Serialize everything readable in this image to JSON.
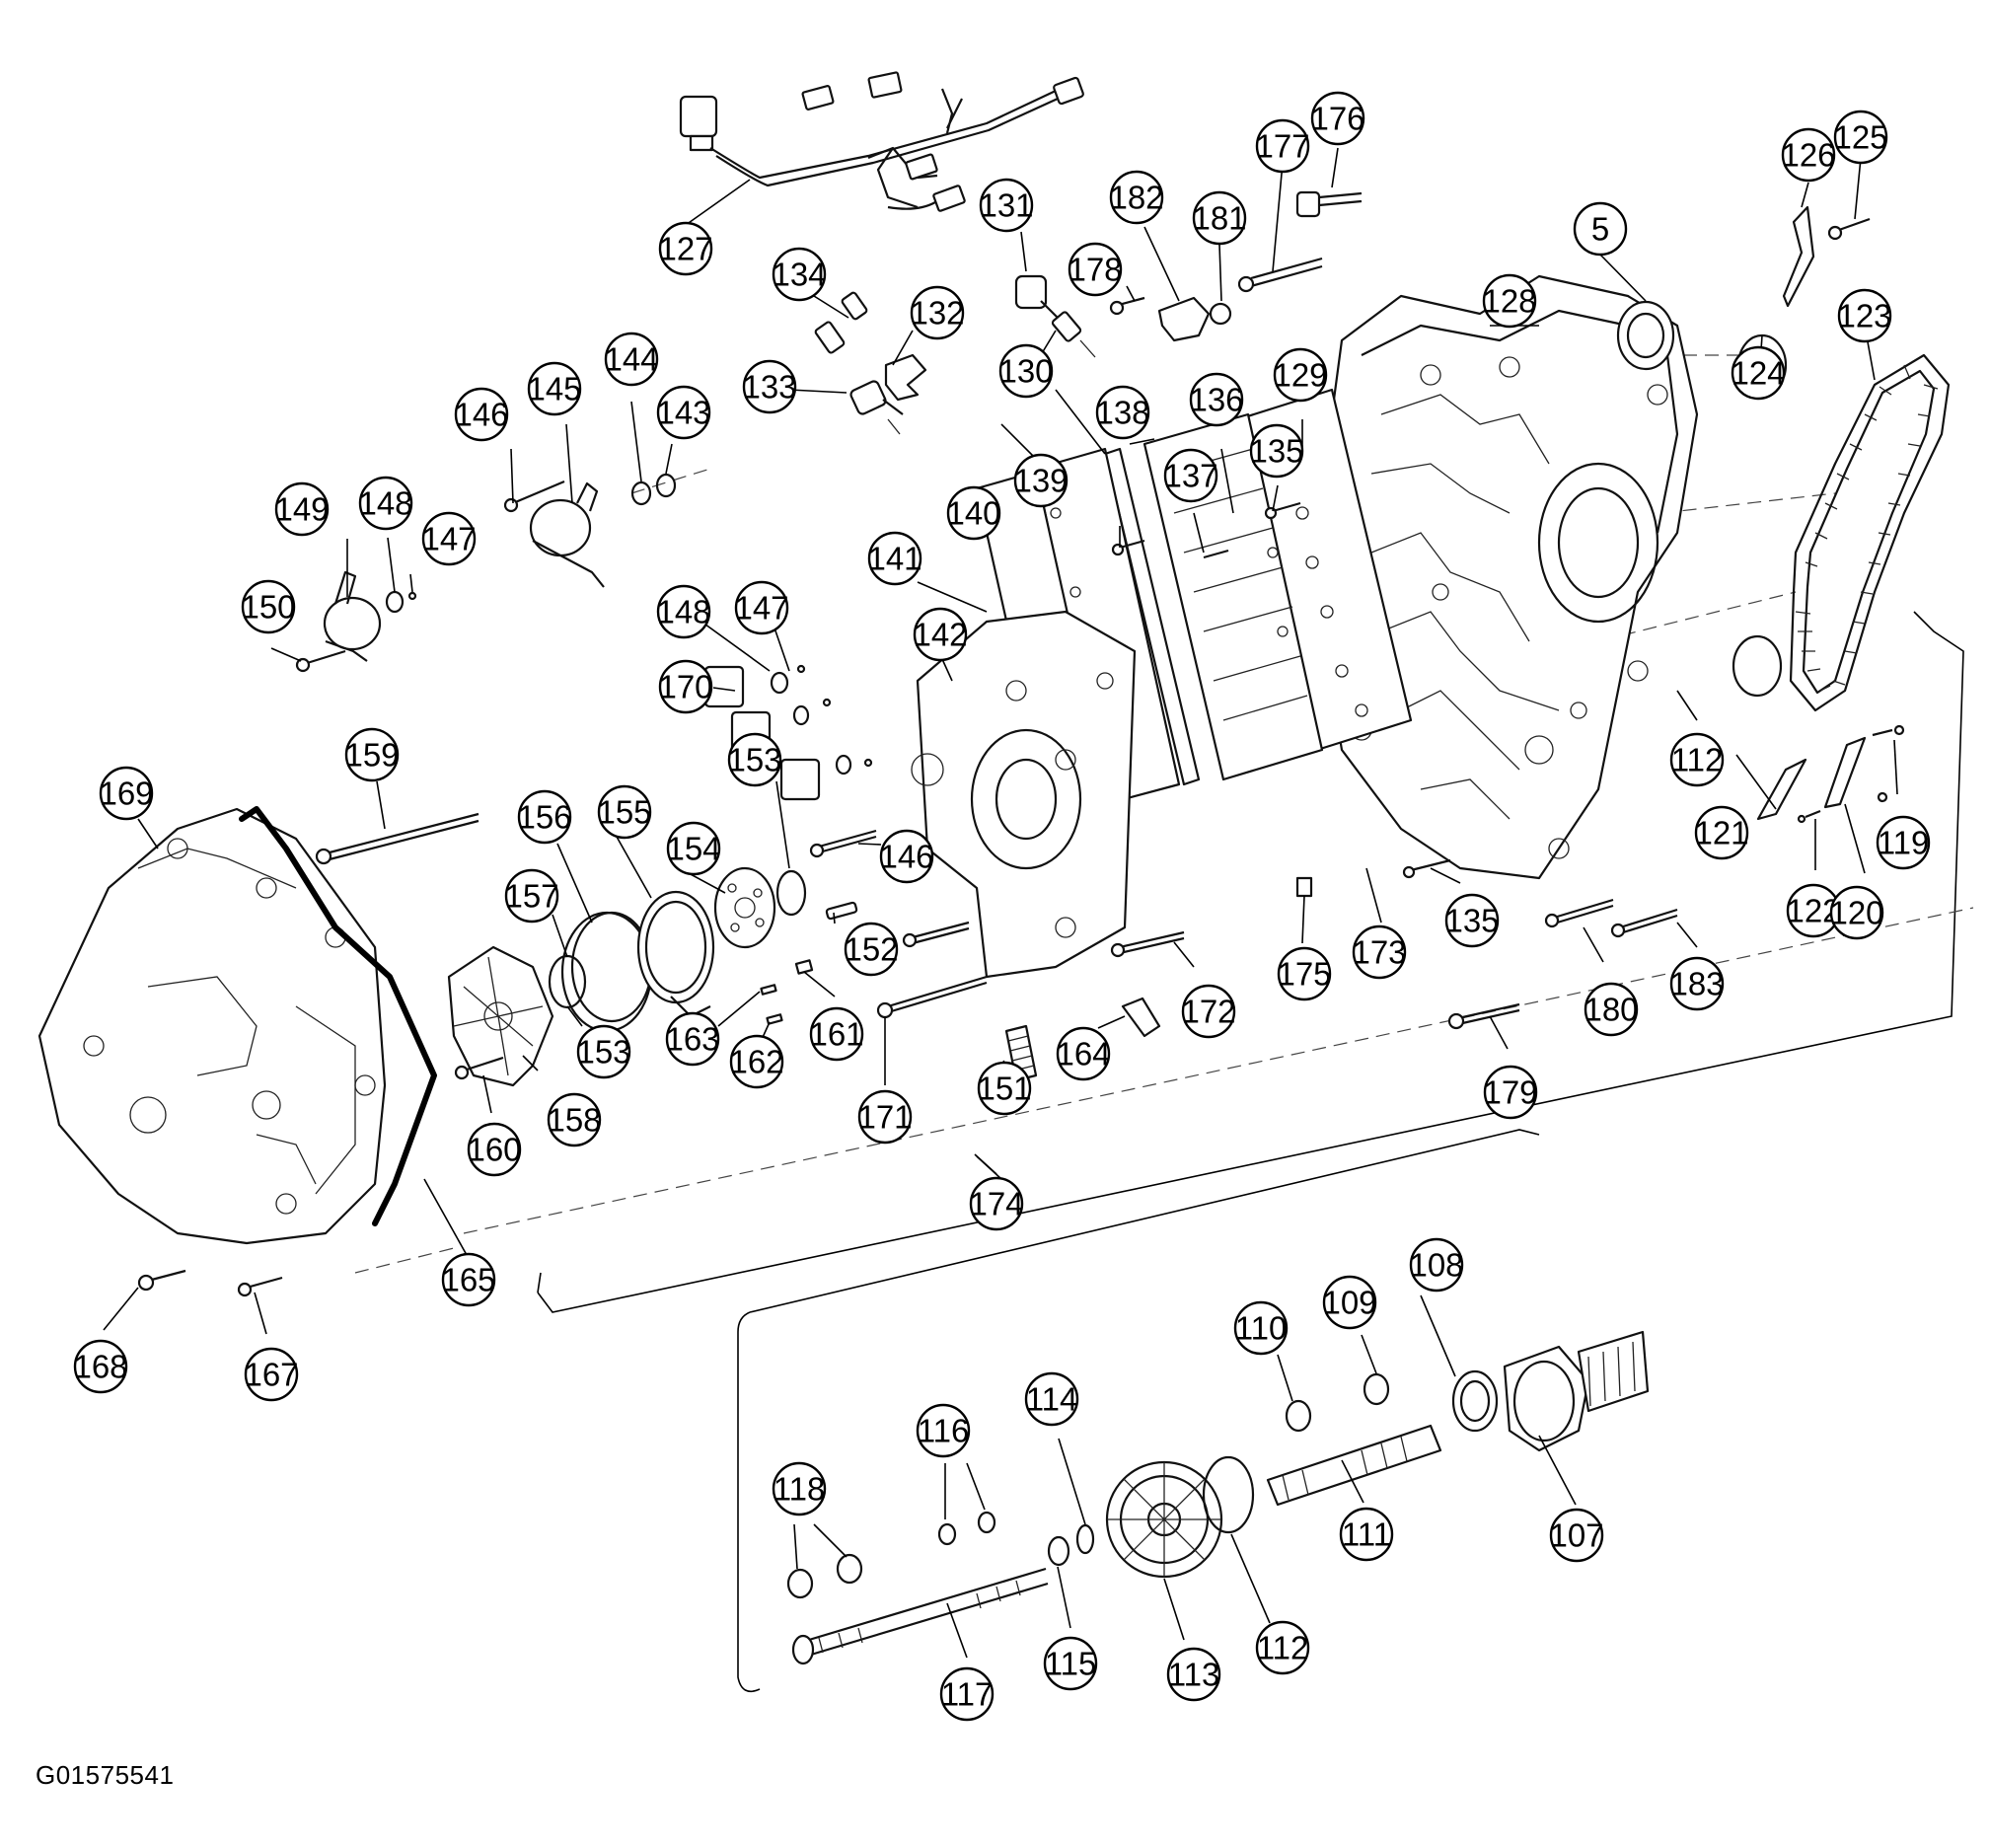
{
  "figure_id": "G01575541",
  "callouts": [
    "127",
    "131",
    "134",
    "132",
    "130",
    "133",
    "176",
    "177",
    "182",
    "181",
    "178",
    "126",
    "125",
    "5",
    "128",
    "123",
    "124",
    "146",
    "145",
    "144",
    "143",
    "149",
    "148",
    "147",
    "150",
    "129",
    "138",
    "136",
    "135",
    "137",
    "139",
    "140",
    "141",
    "142",
    "148",
    "147",
    "170",
    "159",
    "153",
    "156",
    "155",
    "154",
    "157",
    "169",
    "146",
    "152",
    "153",
    "163",
    "162",
    "161",
    "171",
    "151",
    "164",
    "172",
    "175",
    "173",
    "135",
    "112",
    "121",
    "122",
    "119",
    "120",
    "180",
    "183",
    "179",
    "174",
    "160",
    "158",
    "165",
    "168",
    "167",
    "110",
    "109",
    "108",
    "114",
    "116",
    "118",
    "111",
    "107",
    "115",
    "113",
    "112",
    "117"
  ]
}
